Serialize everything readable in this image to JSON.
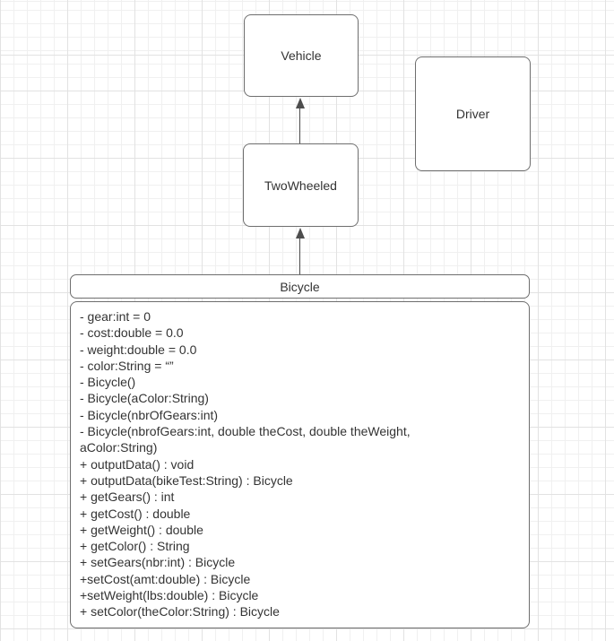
{
  "canvas": {
    "grid_minor_color": "#f0f0f0",
    "grid_major_color": "#e2e2e2",
    "background_color": "#ffffff"
  },
  "style": {
    "box_border_color": "#6e6e6e",
    "arrow_color": "#4d4d4d",
    "text_color": "#333333"
  },
  "classes": {
    "vehicle": {
      "title": "Vehicle"
    },
    "driver": {
      "title": "Driver"
    },
    "twowheeled": {
      "title": "TwoWheeled"
    },
    "bicycle": {
      "title": "Bicycle",
      "members": [
        "- gear:int = 0",
        "- cost:double = 0.0",
        "- weight:double = 0.0",
        "- color:String = “”",
        "- Bicycle()",
        "- Bicycle(aColor:String)",
        "- Bicycle(nbrOfGears:int)",
        "- Bicycle(nbrofGears:int, double theCost, double theWeight,",
        "aColor:String)",
        "+ outputData() : void",
        "+ outputData(bikeTest:String) : Bicycle",
        "+ getGears() : int",
        "+ getCost() : double",
        "+ getWeight() : double",
        "+ getColor() : String",
        "+ setGears(nbr:int) : Bicycle",
        "+setCost(amt:double) : Bicycle",
        "+setWeight(lbs:double) : Bicycle",
        "+ setColor(theColor:String) : Bicycle"
      ]
    }
  },
  "relations": {
    "twowheeled_to_vehicle": "inheritance-arrow",
    "bicycle_to_twowheeled": "inheritance-arrow"
  }
}
